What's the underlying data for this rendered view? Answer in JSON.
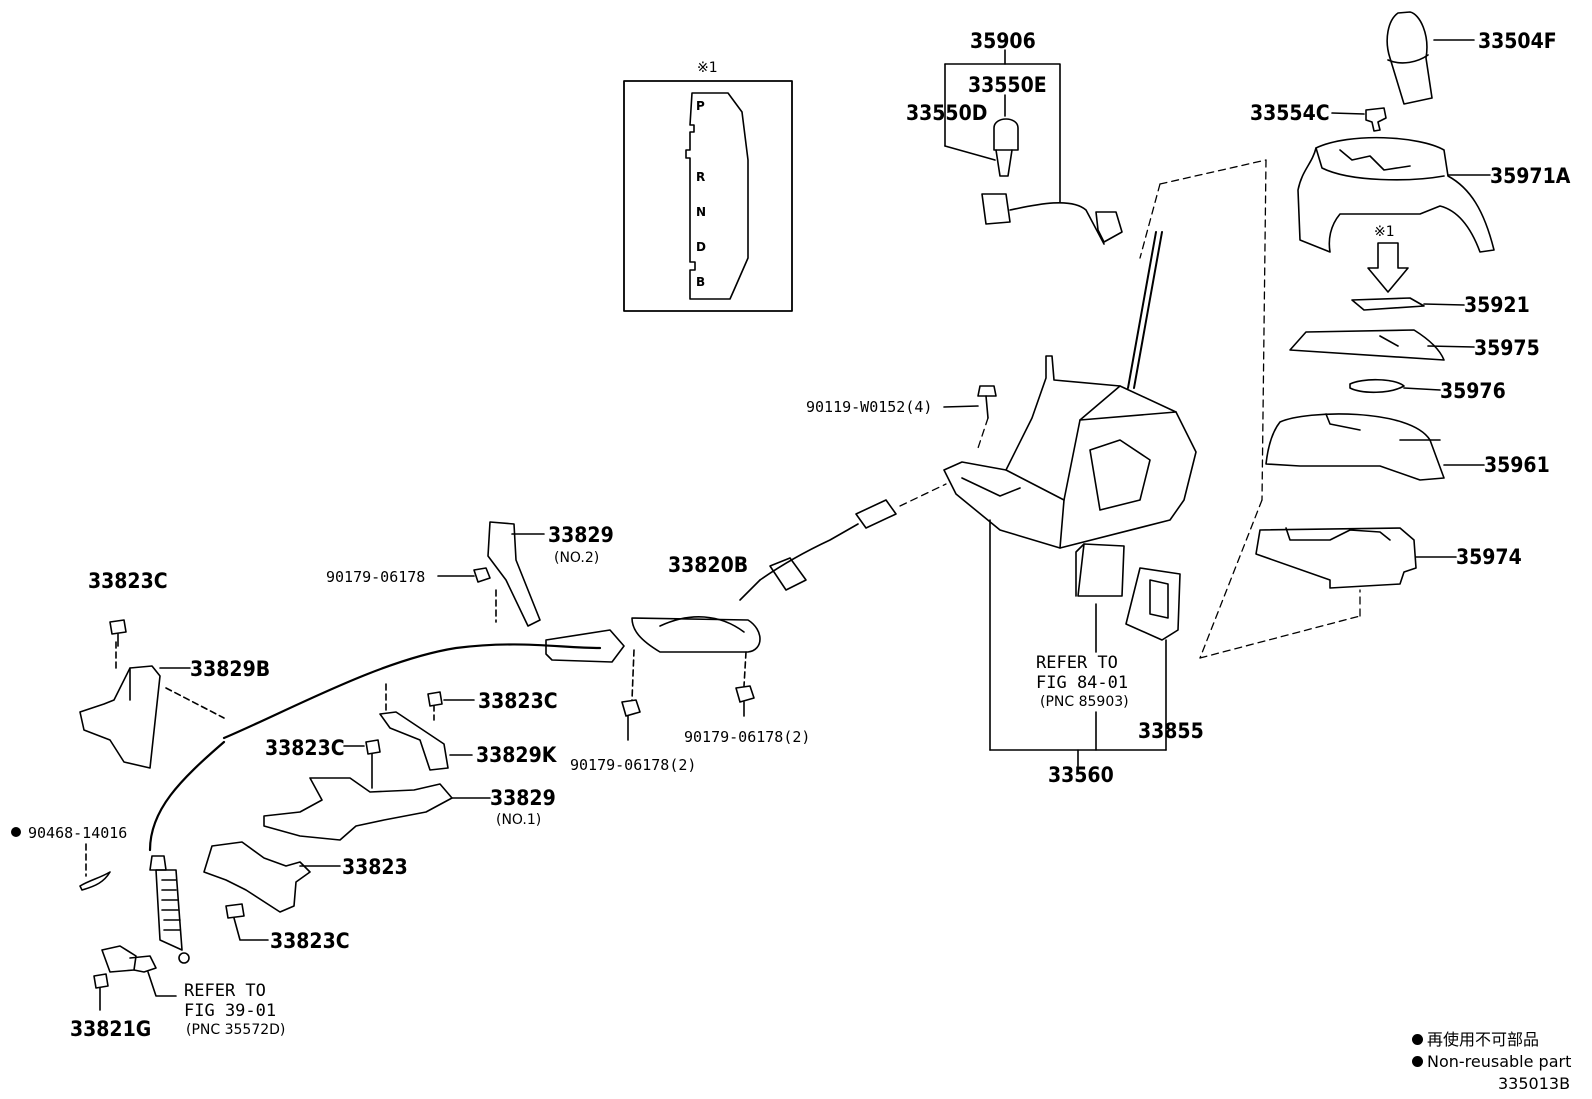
{
  "labels": {
    "p33504F": "33504F",
    "p33554C": "33554C",
    "p35971A": "35971A",
    "p35921": "35921",
    "p35975": "35975",
    "p35976": "35976",
    "p35961": "35961",
    "p35974": "35974",
    "p35906": "35906",
    "p33550E": "33550E",
    "p33550D": "33550D",
    "p90119": "90119-W0152(4)",
    "p33829_no2": "33829",
    "no2": "(NO.2)",
    "p90179_a": "90179-06178",
    "p33820B": "33820B",
    "p33823C_a": "33823C",
    "p33829B": "33829B",
    "p33823C_b": "33823C",
    "p33823C_c": "33823C",
    "p33829K": "33829K",
    "p33829_no1": "33829",
    "no1": "(NO.1)",
    "p90468": "90468-14016",
    "p33823": "33823",
    "p33823C_d": "33823C",
    "p33821G": "33821G",
    "p90179_b": "90179-06178(2)",
    "p90179_c": "90179-06178(2)",
    "p33855": "33855",
    "p33560": "33560"
  },
  "refs": {
    "fig84": {
      "line1": "REFER TO",
      "line2": "FIG 84-01",
      "line3": "(PNC 85903)"
    },
    "fig39": {
      "line1": "REFER TO",
      "line2": "FIG 39-01",
      "line3": "(PNC 35572D)"
    }
  },
  "note_mark_1": "※1",
  "note_mark_2": "※1",
  "gate_positions": [
    "P",
    "R",
    "N",
    "D",
    "B"
  ],
  "legend": {
    "jp": "再使用不可部品",
    "en": "Non-reusable part",
    "code": "335013B"
  }
}
